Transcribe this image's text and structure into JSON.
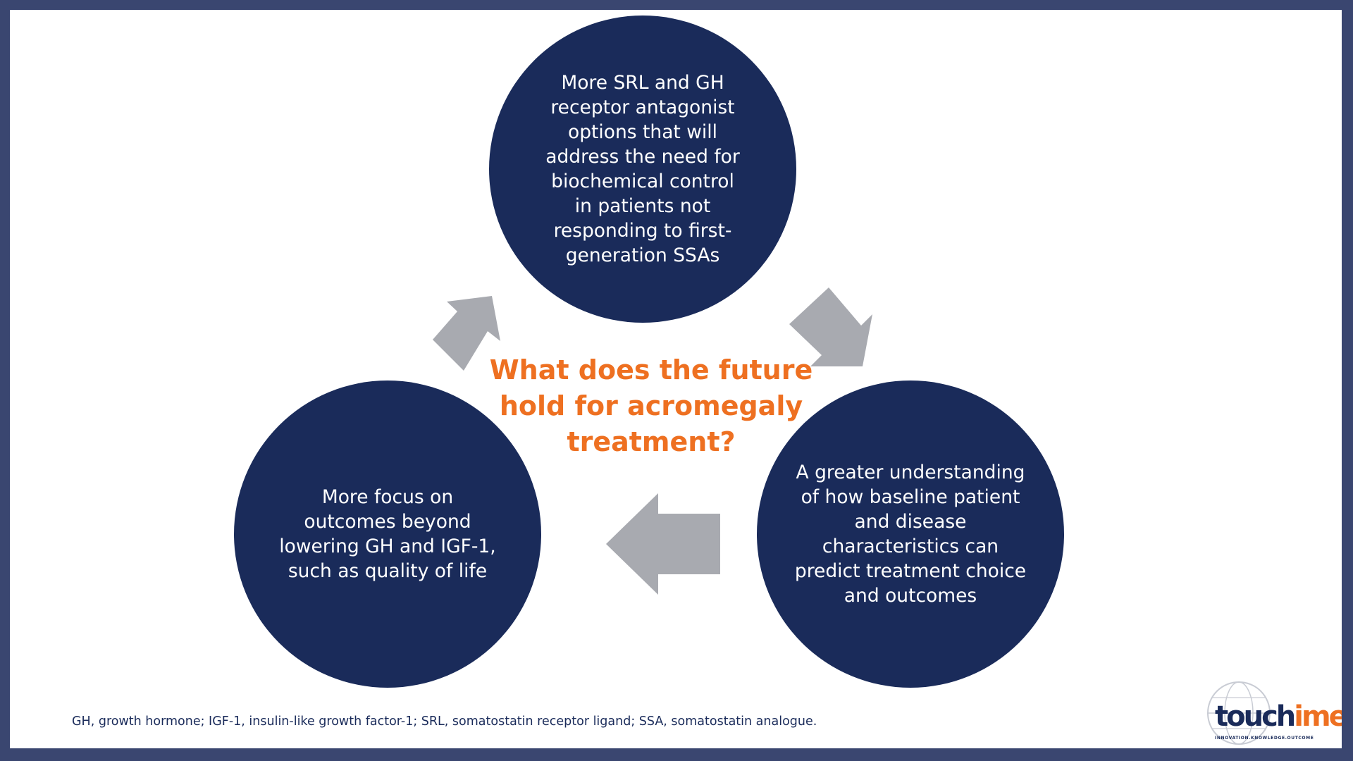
{
  "diagram": {
    "question": "What does the future hold for acromegaly treatment?",
    "nodes": {
      "top": "More SRL and GH receptor antagonist options that will address the need for biochemical control in patients not responding to first-generation SSAs",
      "right": "A greater understanding of how baseline patient and disease characteristics can predict treatment choice and outcomes",
      "left": "More focus on outcomes beyond lowering GH and IGF-1, such as quality of life"
    }
  },
  "footnote": "GH, growth hormone; IGF-1, insulin-like growth factor-1; SRL, somatostatin receptor ligand;  SSA, somatostatin analogue.",
  "logo": {
    "brand_touch": "touch",
    "brand_ime": "ime",
    "tagline": "INNOVATION.KNOWLEDGE.OUTCOME"
  },
  "colors": {
    "circle": "#1a2b5a",
    "question": "#ee7021",
    "arrow": "#a8aab0",
    "frame": "#3a4670"
  }
}
